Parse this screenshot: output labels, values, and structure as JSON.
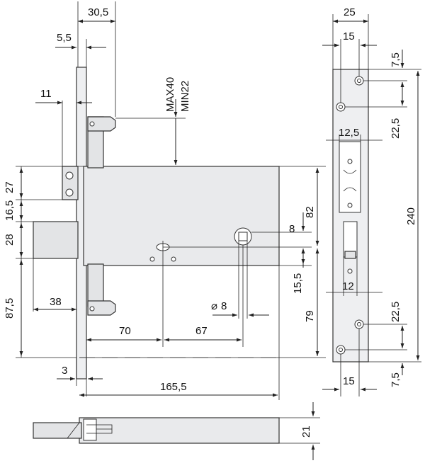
{
  "drawing": {
    "front_view": {
      "dims": {
        "top_30_5": "30,5",
        "top_5_5": "5,5",
        "left_11": "11",
        "max40": "MAX40",
        "min22": "MIN22",
        "left_27": "27",
        "left_16_5": "16,5",
        "left_28": "28",
        "left_87_5": "87,5",
        "bolt_38": "38",
        "bottom_70": "70",
        "bottom_67": "67",
        "diam_8": "8",
        "diam_symbol": "⌀",
        "spindle_8": "8",
        "right_82": "82",
        "right_15_5": "15,5",
        "right_79": "79",
        "bottom_3": "3",
        "total_165_5": "165,5"
      }
    },
    "faceplate_view": {
      "dims": {
        "top_25": "25",
        "top_15": "15",
        "top_7_5": "7,5",
        "upper_22_5": "22,5",
        "mid_12_5": "12,5",
        "total_240": "240",
        "mid_12": "12",
        "lower_22_5": "22,5",
        "bottom_15": "15",
        "bottom_7_5": "7,5"
      }
    },
    "bottom_view": {
      "dims": {
        "height_21": "21"
      }
    }
  }
}
